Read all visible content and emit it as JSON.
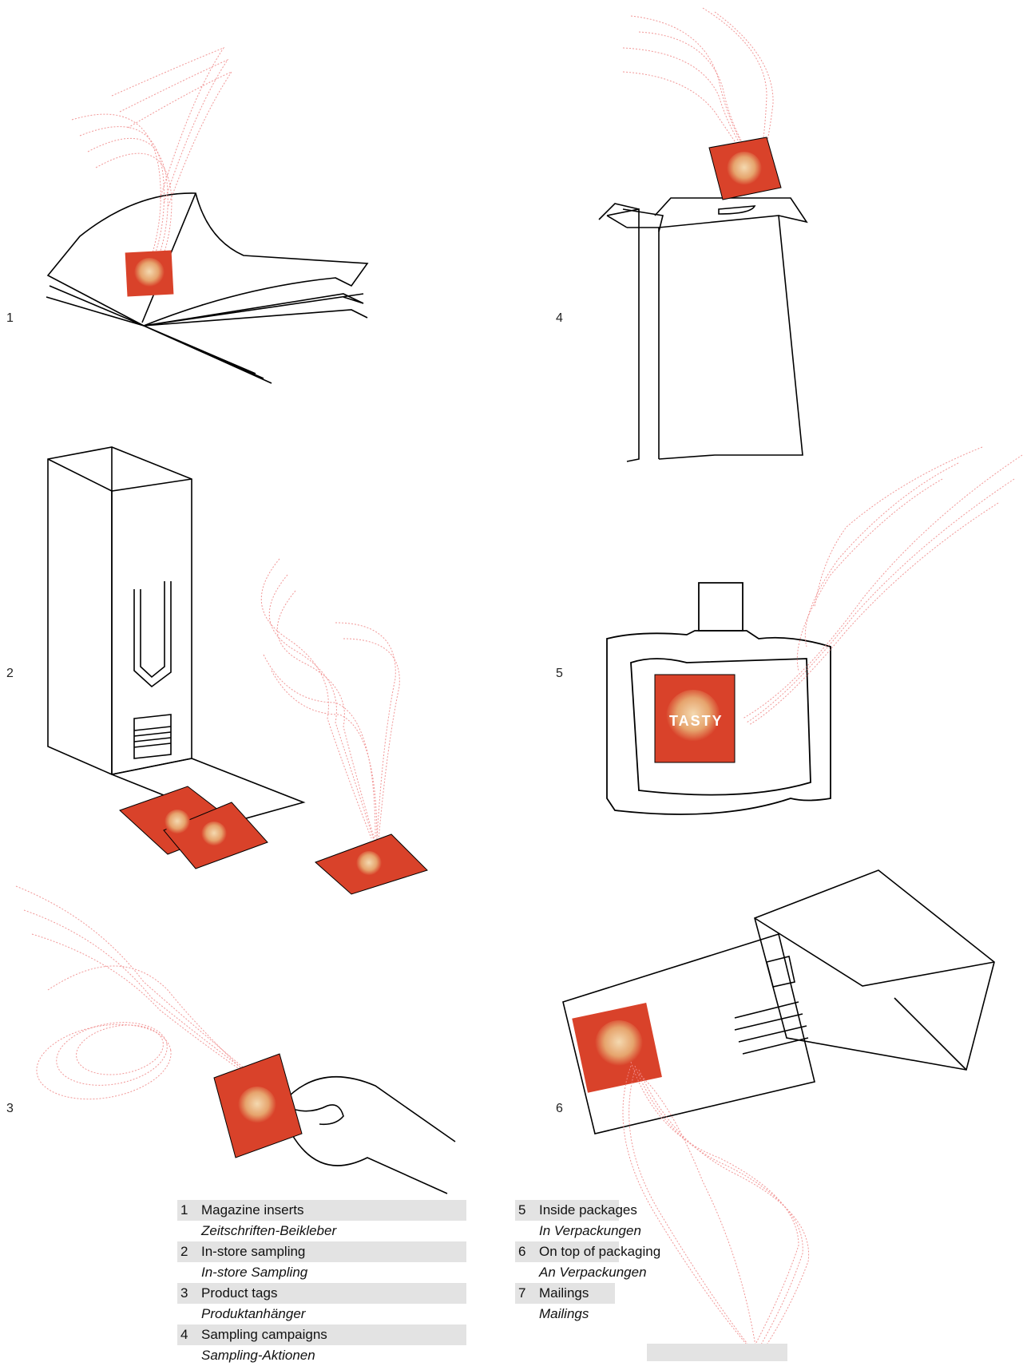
{
  "figure_numbers": [
    "1",
    "2",
    "3",
    "4",
    "5",
    "6"
  ],
  "sticker_text": "TASTY",
  "colors": {
    "accent": "#d9422a",
    "scent": "#f08c8c",
    "legend_bg": "#e3e3e3",
    "line": "#000000"
  },
  "legend_left": [
    {
      "num": "1",
      "en": "Magazine inserts",
      "de": "Zeitschriften-Beikleber"
    },
    {
      "num": "2",
      "en": "In-store sampling",
      "de": "In-store Sampling"
    },
    {
      "num": "3",
      "en": "Product tags",
      "de": "Produktanhänger"
    },
    {
      "num": "4",
      "en": "Sampling campaigns",
      "de": "Sampling-Aktionen"
    }
  ],
  "legend_right": [
    {
      "num": "5",
      "en": "Inside packages",
      "de": "In Verpackungen"
    },
    {
      "num": "6",
      "en": "On top of packaging",
      "de": "An Verpackungen"
    },
    {
      "num": "7",
      "en": "Mailings",
      "de": "Mailings"
    }
  ]
}
